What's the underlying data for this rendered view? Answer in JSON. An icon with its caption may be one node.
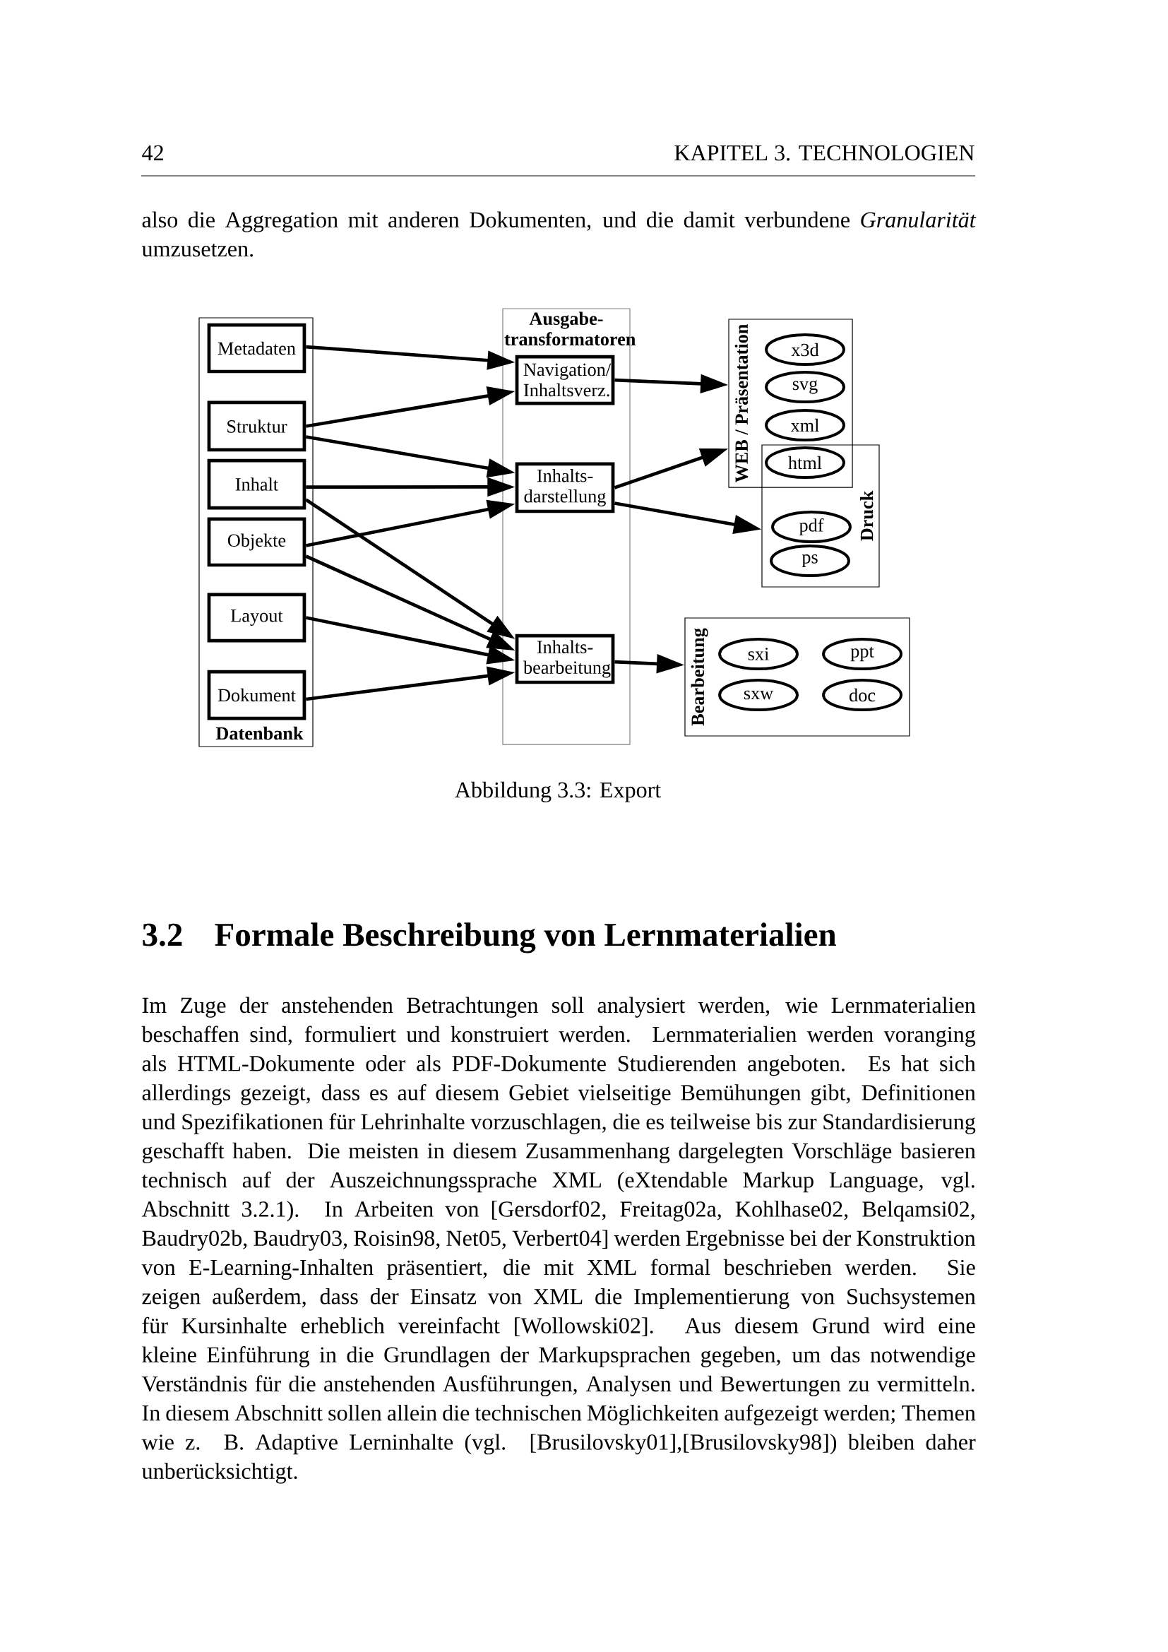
{
  "diagram": {
    "caption": "Abbildung 3.3: Export",
    "nodes": [
      {
        "text": [
          "Datenbank"
        ]
      },
      {
        "text": [
          "Metadaten"
        ],
        "in": 0
      },
      {
        "text": [
          "Struktur"
        ],
        "in": 0
      },
      {
        "text": [
          "Inhalt"
        ],
        "in": 0
      },
      {
        "text": [
          "Objekte"
        ],
        "in": 0
      },
      {
        "text": [
          "Layout"
        ],
        "in": 0
      },
      {
        "text": [
          "Dokument"
        ],
        "in": 0
      },
      {
        "text": [
          "Ausgabe- transformatoren"
        ]
      },
      {
        "text": [
          "Navigation/ Inhaltsverz."
        ],
        "in": 7
      },
      {
        "text": [
          "Inhalts- darstellung"
        ],
        "in": 7
      },
      {
        "text": [
          "Inhalts- bearbeitung"
        ],
        "in": 7
      },
      {
        "text": [
          "WEB / Präsentation"
        ]
      },
      {
        "text": [
          "x3d"
        ],
        "in": 11
      },
      {
        "text": [
          "svg"
        ],
        "in": 11
      },
      {
        "text": [
          "xml"
        ],
        "in": 11
      },
      {
        "text": [
          "html"
        ]
      },
      {
        "text": [
          "Druck"
        ]
      },
      {
        "text": [
          "pdf"
        ],
        "in": 16
      },
      {
        "text": [
          "ps"
        ],
        "in": 16
      },
      {
        "text": [
          "Bearbeitung"
        ]
      },
      {
        "text": [
          "sxi"
        ],
        "in": 19
      },
      {
        "text": [
          "ppt"
        ],
        "in": 19
      },
      {
        "text": [
          "sxw"
        ],
        "in": 19
      },
      {
        "text": [
          "doc"
        ],
        "in": 19
      }
    ],
    "edges": [
      {
        "from": 1,
        "to": 8,
        "arrow": "to"
      },
      {
        "from": 2,
        "to": 8,
        "arrow": "to"
      },
      {
        "from": 2,
        "to": 9,
        "arrow": "to"
      },
      {
        "from": 3,
        "to": 9,
        "arrow": "to"
      },
      {
        "from": 3,
        "to": 10,
        "arrow": "to"
      },
      {
        "from": 4,
        "to": 9,
        "arrow": "to"
      },
      {
        "from": 4,
        "to": 10,
        "arrow": "to"
      },
      {
        "from": 5,
        "to": 10,
        "arrow": "to"
      },
      {
        "from": 6,
        "to": 10,
        "arrow": "to"
      },
      {
        "from": 8,
        "to": 11,
        "arrow": "to"
      },
      {
        "from": 9,
        "to": 11,
        "arrow": "to"
      },
      {
        "from": 9,
        "to": 16,
        "arrow": "to"
      },
      {
        "from": 10,
        "to": 19,
        "arrow": "to"
      }
    ],
    "labels": [
      "42",
      "KAPITEL 3. TECHNOLOGIEN",
      "also die Aggregation mit anderen Dokumenten, und die damit verbundene *Granularität* umzusetzen.",
      "3.2",
      "Formale Beschreibung von Lernmaterialien",
      "Im Zuge der anstehenden Betrachtungen soll analysiert werden, wie Lernmaterialien beschaffen sind, formuliert und konstruiert werden. Lernmaterialien werden voranging als HTML-Dokumente oder als PDF-Dokumente Studierenden angeboten. Es hat sich allerdings gezeigt, dass es auf diesem Gebiet vielseitige Bemühungen gibt, Definitionen und Spezifikationen für Lehrinhalte vorzuschlagen, die es teilweise bis zur Standardisierung geschafft haben. Die meisten in diesem Zusammenhang dargelegten Vorschläge basieren technisch auf der Auszeichnungssprache XML (eXtendable Markup Language, vgl. Abschnitt 3.2.1). In Arbeiten von [Gersdorf02, Freitag02a, Kohlhase02, Belqamsi02, Baudry02b, Baudry03, Roisin98, Net05, Verbert04] werden Ergebnisse bei der Konstruktion von E-Learning-Inhalten präsentiert, die mit XML formal beschrieben werden. Sie zeigen außerdem, dass der Einsatz von XML die Implementierung von Suchsystemen für Kursinhalte erheblich vereinfacht [Wollowski02]. Aus diesem Grund wird eine kleine Einführung in die Grundlagen der Markupsprachen gegeben, um das notwendige Verständnis für die anstehenden Ausführungen, Analysen und Bewertungen zu vermitteln. In diesem Abschnitt sollen allein die technischen Möglichkeiten aufgezeigt werden; Themen wie z. B. Adaptive Lerninhalte (vgl. [Brusilovsky01],[Brusilovsky98]) bleiben daher unberücksichtigt."
    ]
  }
}
